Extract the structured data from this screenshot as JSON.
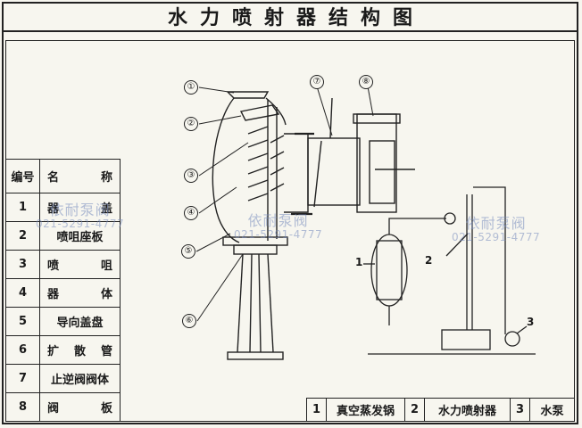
{
  "title": "水力喷射器结构图",
  "parts_table": {
    "headers": [
      "编号",
      "名",
      "称"
    ],
    "rows": [
      {
        "num": "1",
        "name": [
          "器",
          "盖"
        ]
      },
      {
        "num": "2",
        "name": [
          "喷咀座板"
        ]
      },
      {
        "num": "3",
        "name": [
          "喷",
          "咀"
        ]
      },
      {
        "num": "4",
        "name": [
          "器",
          "体"
        ]
      },
      {
        "num": "5",
        "name": [
          "导向盖盘"
        ]
      },
      {
        "num": "6",
        "name": [
          "扩",
          "散",
          "管"
        ]
      },
      {
        "num": "7",
        "name": [
          "止逆阀阀体"
        ]
      },
      {
        "num": "8",
        "name": [
          "阀",
          "板"
        ]
      }
    ]
  },
  "callouts": [
    "①",
    "②",
    "③",
    "④",
    "⑤",
    "⑥",
    "⑦",
    "⑧"
  ],
  "system_labels": [
    "1",
    "2",
    "3"
  ],
  "legend": [
    {
      "num": "1",
      "name": "真空蒸发锅"
    },
    {
      "num": "2",
      "name": "水力喷射器"
    },
    {
      "num": "3",
      "name": "水泵"
    }
  ],
  "watermark": {
    "name": "依耐泵阀",
    "phone": "021-5291-4777"
  }
}
